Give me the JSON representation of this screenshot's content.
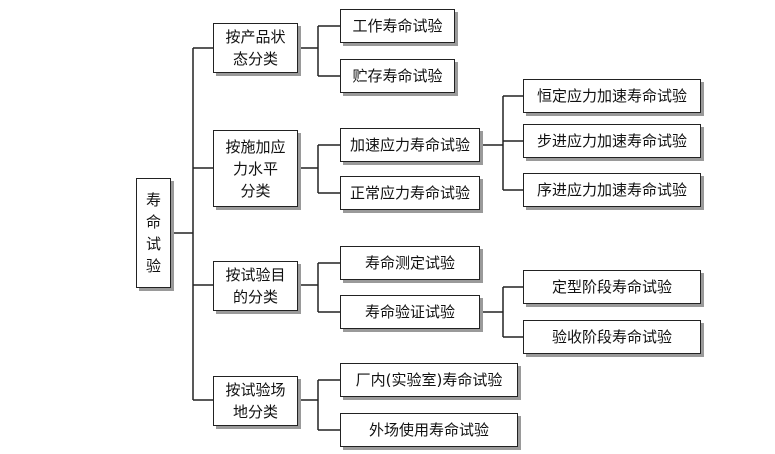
{
  "root": {
    "label": "寿\n命\n试\n验"
  },
  "categories": [
    {
      "label": "按产品状\n态分类"
    },
    {
      "label": "按施加应\n力水平\n分类"
    },
    {
      "label": "按试验目\n的分类"
    },
    {
      "label": "按试验场\n地分类"
    }
  ],
  "tests": [
    {
      "label": "工作寿命试验"
    },
    {
      "label": "贮存寿命试验"
    },
    {
      "label": "加速应力寿命试验"
    },
    {
      "label": "正常应力寿命试验"
    },
    {
      "label": "寿命测定试验"
    },
    {
      "label": "寿命验证试验"
    },
    {
      "label": "厂内(实验室)寿命试验"
    },
    {
      "label": "外场使用寿命试验"
    }
  ],
  "subtests": [
    {
      "label": "恒定应力加速寿命试验"
    },
    {
      "label": "步进应力加速寿命试验"
    },
    {
      "label": "序进应力加速寿命试验"
    },
    {
      "label": "定型阶段寿命试验"
    },
    {
      "label": "验收阶段寿命试验"
    }
  ]
}
